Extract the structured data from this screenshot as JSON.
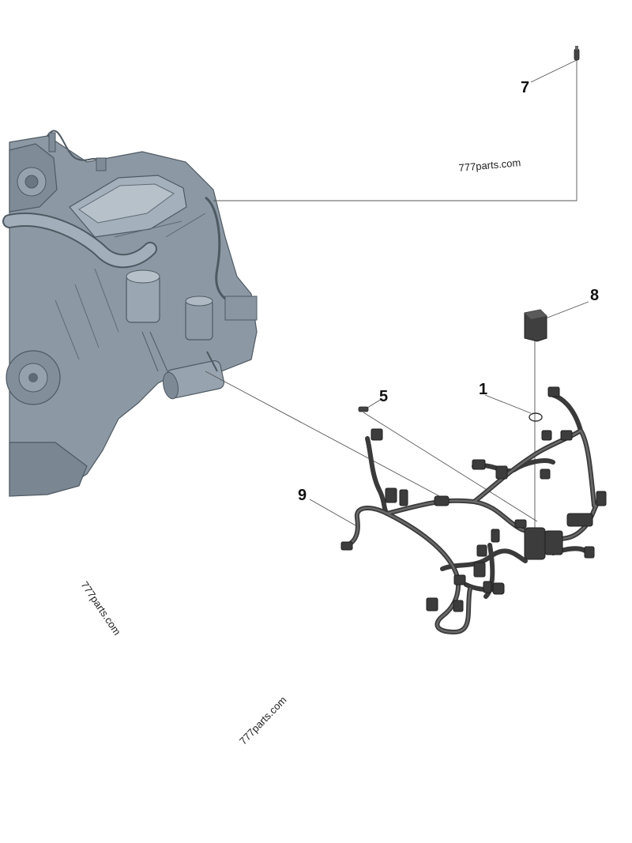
{
  "callouts": {
    "c1": "1",
    "c5": "5",
    "c7": "7",
    "c8": "8",
    "c9": "9"
  },
  "watermarks": {
    "w1": "777parts.com",
    "w2": "777parts.com",
    "w3": "777parts.com"
  },
  "colors": {
    "engine": "#8e9ba7",
    "engine_dark": "#5e6a75",
    "harness": "#4a4a4a",
    "leader": "#555555"
  }
}
